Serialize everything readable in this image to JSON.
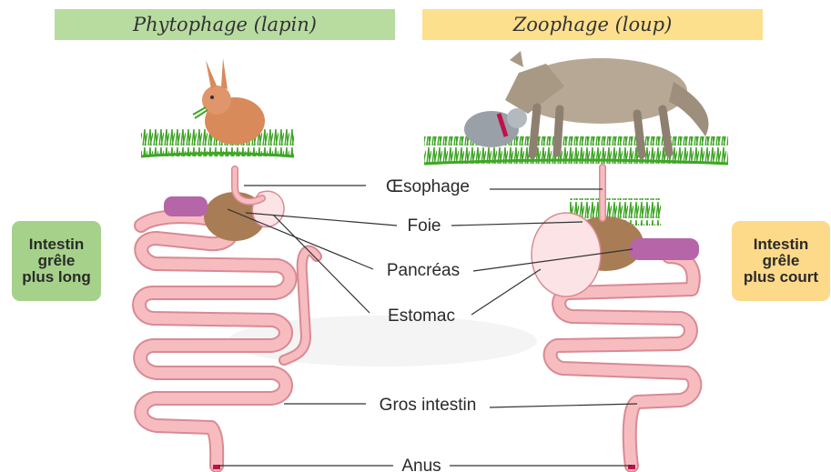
{
  "headers": {
    "left": "Phytophage (lapin)",
    "right": "Zoophage (loup)"
  },
  "side_notes": {
    "left": [
      "Intestin",
      "grêle",
      "plus long"
    ],
    "right": [
      "Intestin",
      "grêle",
      "plus court"
    ]
  },
  "labels": {
    "oesophage": "Œsophage",
    "foie": "Foie",
    "pancreas": "Pancréas",
    "estomac": "Estomac",
    "gros_intestin": "Gros intestin",
    "anus": "Anus"
  },
  "icons": [
    "rabbit-icon",
    "wolf-icon",
    "grass-icon"
  ],
  "colors": {
    "header_left": "#b8dca0",
    "header_right": "#fde08e",
    "side_left": "#a6d18a",
    "side_right": "#fdd98a",
    "intestine": "#f7bcc0",
    "intestine_outline": "#d98a92",
    "liver": "#a87d55",
    "pancreas": "#b565a8",
    "stomach": "#fce4e6",
    "grass": "#3fa626"
  }
}
